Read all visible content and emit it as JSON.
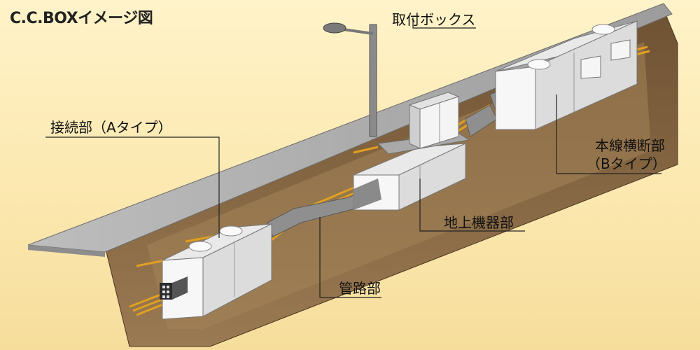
{
  "title": "C.C.BOXイメージ図",
  "labels": {
    "mounting_box": "取付ボックス",
    "connection": "接続部（Aタイプ）",
    "main_line_line1": "本線横断部",
    "main_line_line2": "（Bタイプ）",
    "ground_equipment": "地上機器部",
    "conduit": "管路部"
  },
  "colors": {
    "background": "#fbe7ad",
    "soil": "#8a6a45",
    "road": "#b8b8b8",
    "box": "#f2f2f2",
    "cable": "#e0a020"
  }
}
